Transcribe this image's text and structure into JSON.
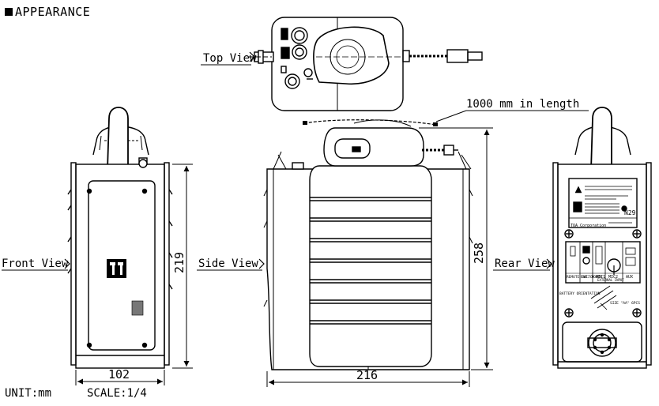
{
  "heading": "APPEARANCE",
  "views": {
    "top": "Top View",
    "front": "Front View",
    "side": "Side View",
    "rear": "Rear View"
  },
  "cable_note": "1000 mm in length",
  "dimensions": {
    "front_height": "219",
    "front_width": "102",
    "side_width": "216",
    "side_height": "258"
  },
  "footer": {
    "unit": "UNIT:mm",
    "scale": "SCALE:1/4"
  },
  "rear_plate": {
    "corporation": "TOA Corporation",
    "label_remote": "REMOTE SWITCH",
    "label_ext_power": "EXT. POWER",
    "label_mic1": "MIC1",
    "label_mic2": "MIC2",
    "label_aux": "AUX",
    "label_external_input": "EXTERNAL INPUT",
    "label_battery": "BATTERY ORIENTATION",
    "label_size": "SIZE \"AA\" 6PCS",
    "model_code": "N29"
  },
  "icons": {
    "front_logo": "toa-logo-icon",
    "title_marker": "square-bullet-icon"
  }
}
